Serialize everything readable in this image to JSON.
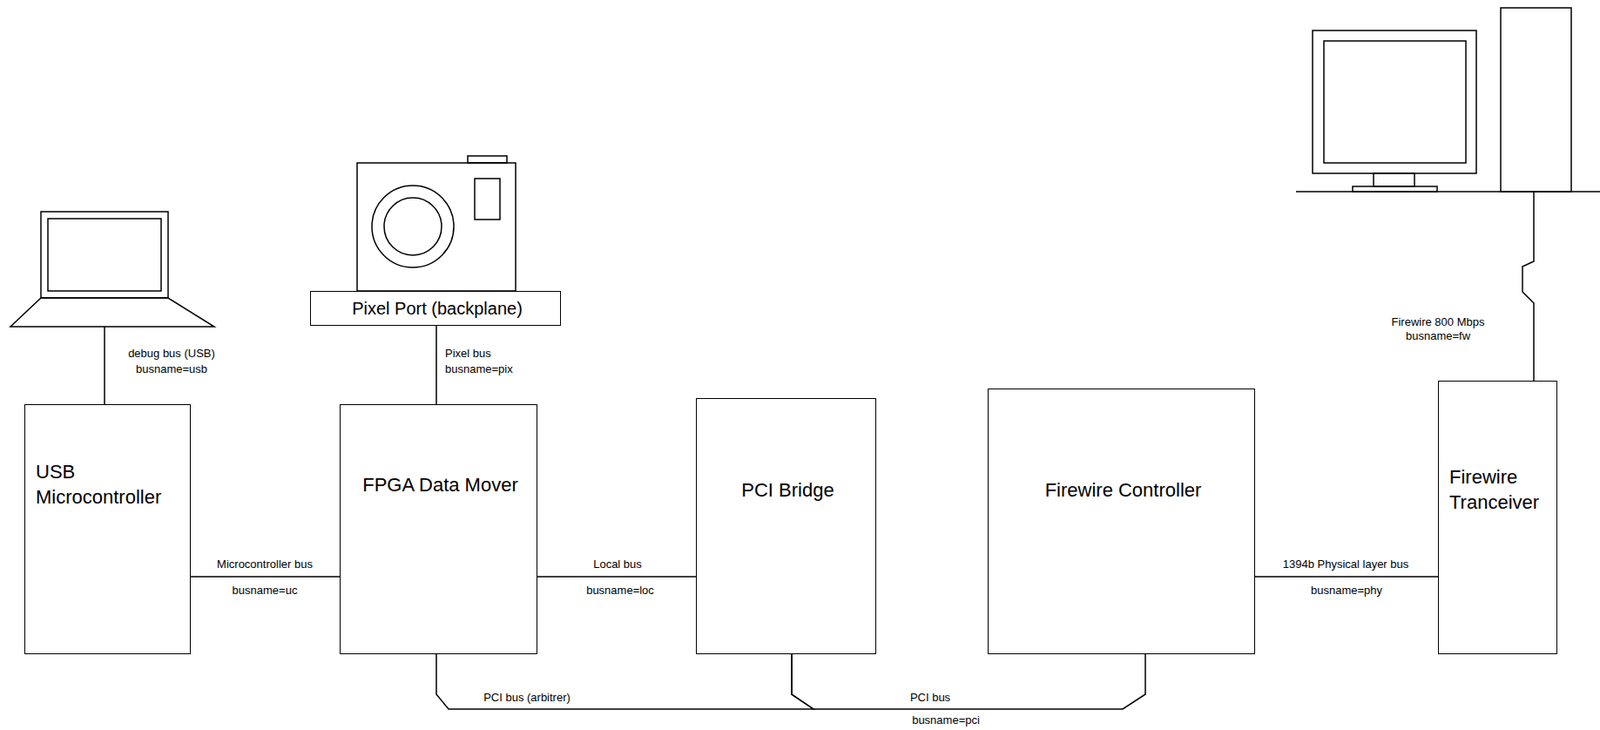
{
  "diagram": {
    "nodes": [
      {
        "text": [
          "USB Microcontroller"
        ]
      },
      {
        "text": [
          "FPGA Data Mover"
        ]
      },
      {
        "text": [
          "PCI Bridge"
        ]
      },
      {
        "text": [
          "Firewire Controller"
        ]
      },
      {
        "text": [
          "Firewire Tranceiver"
        ]
      },
      {
        "text": [
          "Pixel Port (backplane)"
        ]
      }
    ],
    "edges": [
      {
        "from": 0,
        "to": 1,
        "label": "Microcontroller bus",
        "arrow": "none"
      },
      {
        "from": 5,
        "to": 1,
        "label": "Pixel bus",
        "arrow": "none"
      },
      {
        "from": 1,
        "to": 2,
        "label": "Local bus",
        "arrow": "none"
      },
      {
        "from": 1,
        "to": 2,
        "label": "PCI bus (arbitrer)",
        "arrow": "none"
      },
      {
        "from": 2,
        "to": 3,
        "label": "PCI bus",
        "arrow": "none"
      },
      {
        "from": 3,
        "to": 4,
        "label": "1394b Physical layer bus",
        "arrow": "none"
      }
    ],
    "labels": [
      "debug bus (USB)",
      "busname=usb",
      "busname=pix",
      "busname=uc",
      "busname=loc",
      "busname=pci",
      "busname=phy",
      "Firewire 800 Mbps",
      "busname=fw"
    ]
  }
}
